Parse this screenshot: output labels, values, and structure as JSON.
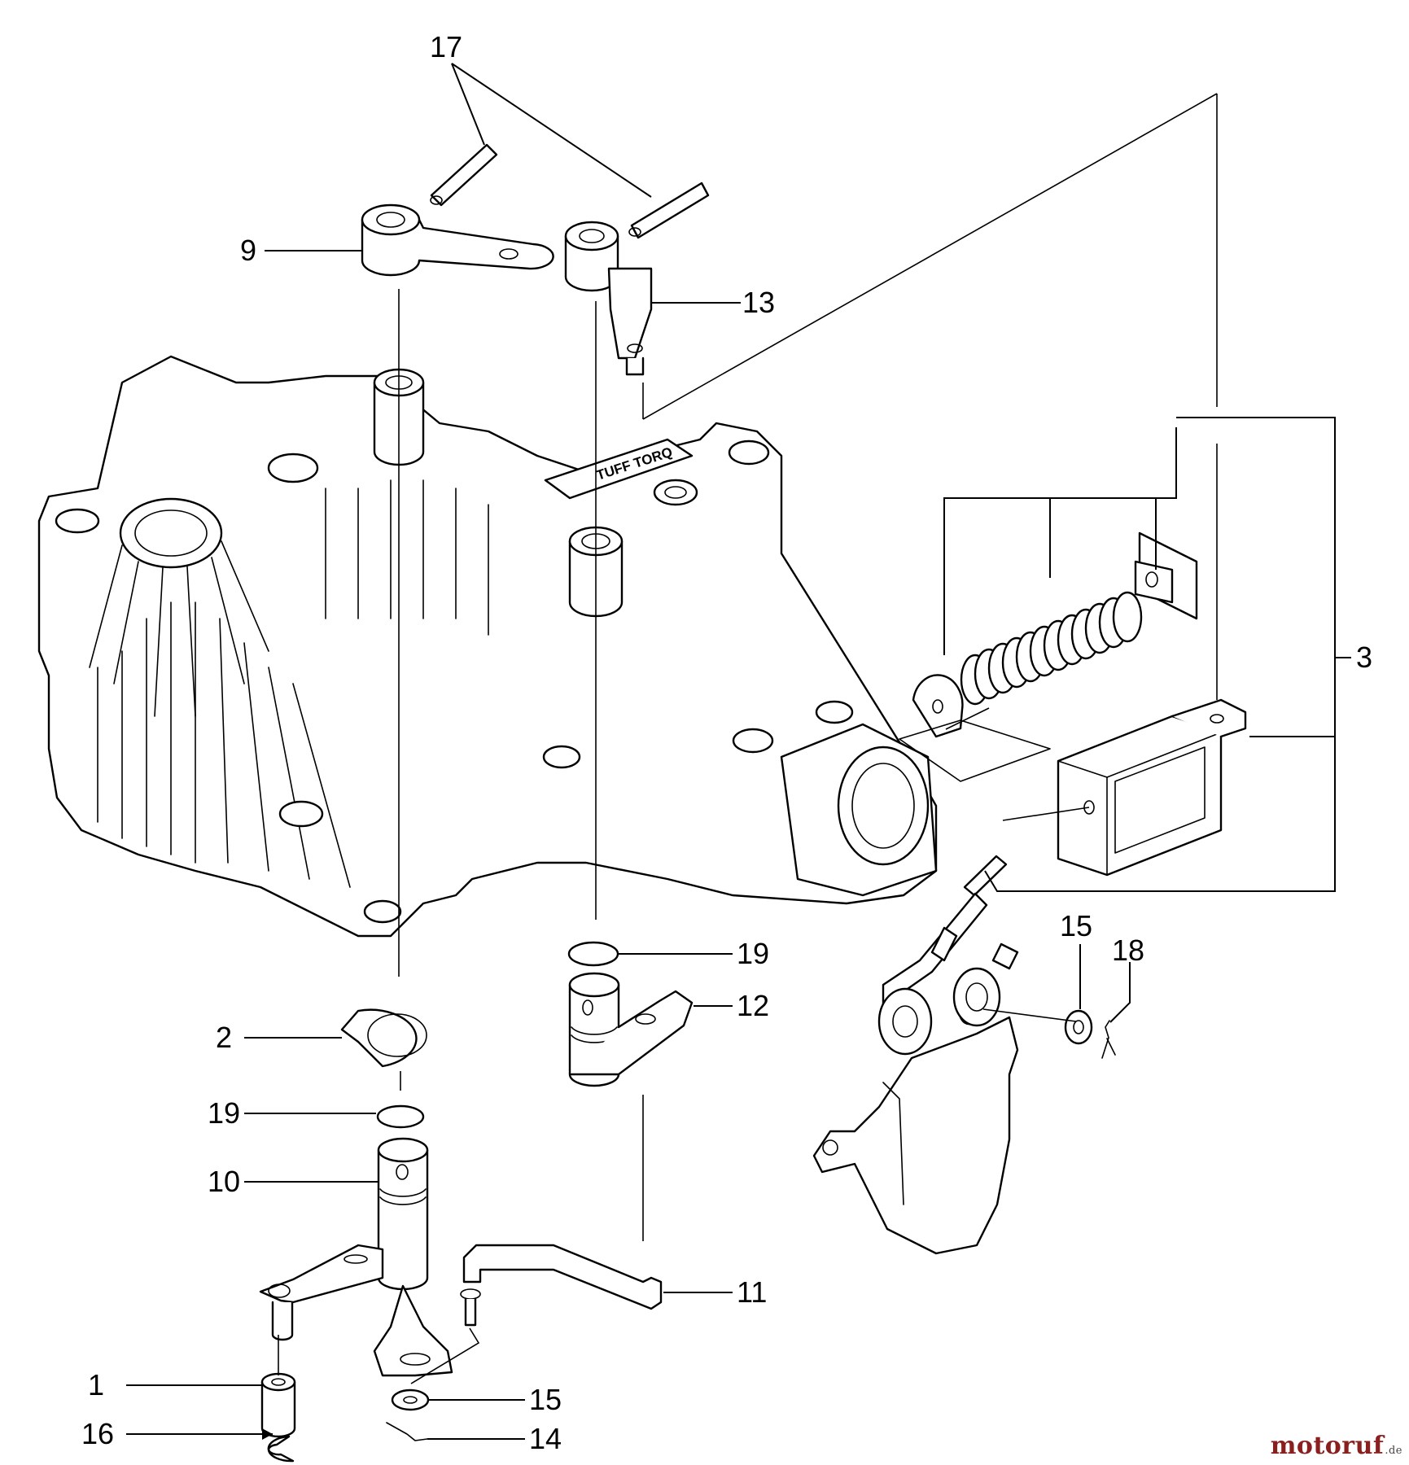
{
  "callouts": {
    "c1": "1",
    "c2": "2",
    "c3": "3",
    "c9": "9",
    "c10": "10",
    "c11": "11",
    "c12": "12",
    "c13": "13",
    "c14": "14",
    "c15a": "15",
    "c15b": "15",
    "c16": "16",
    "c17": "17",
    "c18": "18",
    "c19a": "19",
    "c19b": "19"
  },
  "housing_brand": "TUFF TORQ",
  "watermark": {
    "name": "motoruf",
    "tld": ".de"
  }
}
